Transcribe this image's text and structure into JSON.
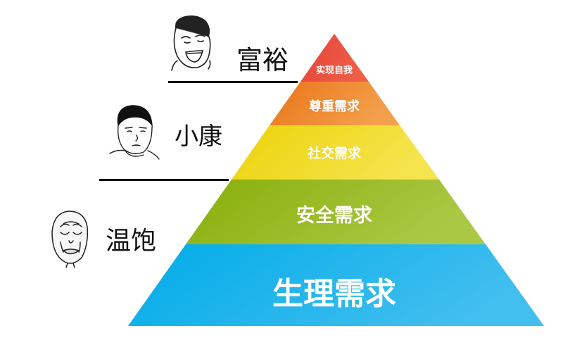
{
  "diagram": {
    "type": "pyramid",
    "levels": [
      {
        "label": "实现自我",
        "color": "#e8473a",
        "color2": "#ee5a45"
      },
      {
        "label": "尊重需求",
        "color": "#ec7a1e",
        "color2": "#f29b45"
      },
      {
        "label": "社交需求",
        "color": "#efd514",
        "color2": "#f5e34a"
      },
      {
        "label": "安全需求",
        "color": "#8db30f",
        "color2": "#a8c63f"
      },
      {
        "label": "生理需求",
        "color": "#00aee8",
        "color2": "#3dbcee"
      }
    ]
  },
  "tiers": [
    {
      "label": "富裕",
      "face": "laughing-face-icon"
    },
    {
      "label": "小康",
      "face": "neutral-face-icon"
    },
    {
      "label": "温饱",
      "face": "sad-face-icon"
    }
  ]
}
